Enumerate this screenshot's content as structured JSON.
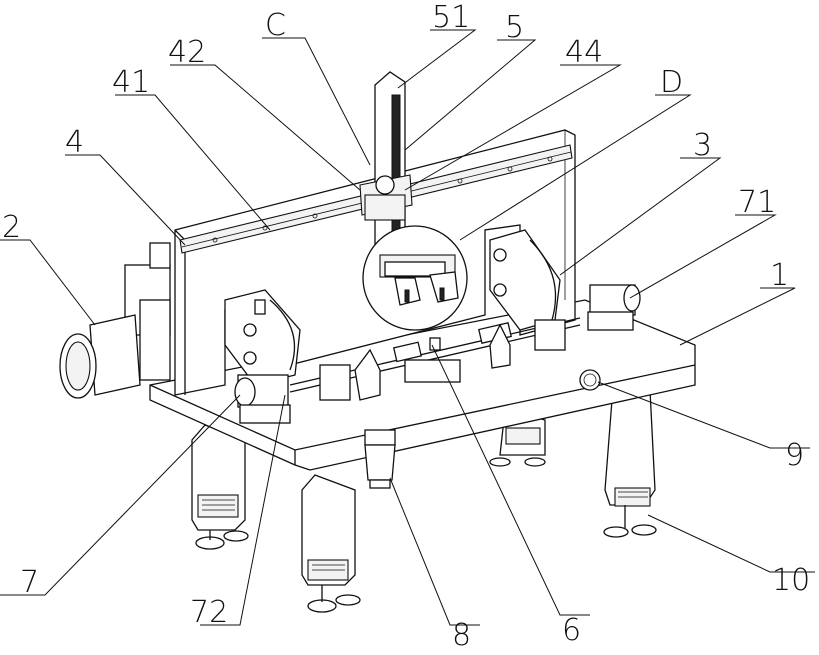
{
  "figure": {
    "labels": [
      {
        "id": "C",
        "text": "C"
      },
      {
        "id": "51",
        "text": "51"
      },
      {
        "id": "5",
        "text": "5"
      },
      {
        "id": "42",
        "text": "42"
      },
      {
        "id": "44",
        "text": "44"
      },
      {
        "id": "41",
        "text": "41"
      },
      {
        "id": "D",
        "text": "D"
      },
      {
        "id": "4",
        "text": "4"
      },
      {
        "id": "3",
        "text": "3"
      },
      {
        "id": "71",
        "text": "71"
      },
      {
        "id": "2",
        "text": "2"
      },
      {
        "id": "1",
        "text": "1"
      },
      {
        "id": "9",
        "text": "9"
      },
      {
        "id": "10",
        "text": "10"
      },
      {
        "id": "7",
        "text": "7"
      },
      {
        "id": "72",
        "text": "72"
      },
      {
        "id": "8",
        "text": "8"
      },
      {
        "id": "6",
        "text": "6"
      }
    ]
  }
}
